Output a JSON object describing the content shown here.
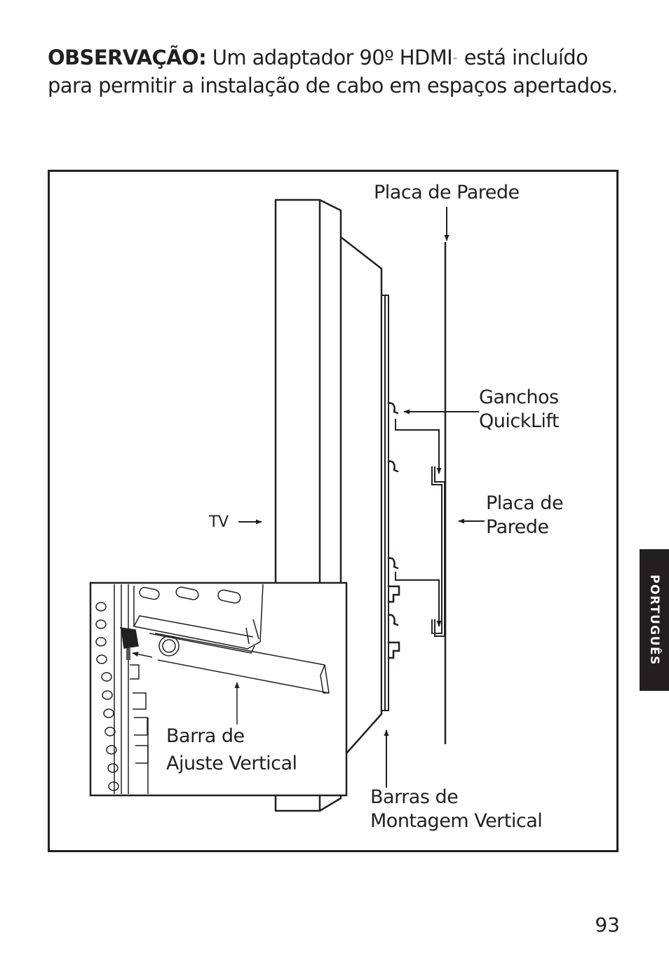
{
  "note": {
    "label": "OBSERVAÇÃO:",
    "text_before": " Um adaptador 90º HDMI",
    "trademark": "™",
    "text_after": " está incluído para permitir a instalação de cabo em espaços apertados."
  },
  "figure": {
    "labels": {
      "wall_plate_top": "Placa de Parede",
      "hooks_line1": "Ganchos",
      "hooks_line2": "QuickLift",
      "wall_plate_line1": "Placa de",
      "wall_plate_line2": "Parede",
      "tv": "TV",
      "adjust_bar_line1": "Barra de",
      "adjust_bar_line2": "Ajuste Vertical",
      "mount_bars_line1": "Barras de",
      "mount_bars_line2": "Montagem Vertical"
    }
  },
  "side_tab": {
    "text": "PORTUGUÊS"
  },
  "page_number": "93"
}
